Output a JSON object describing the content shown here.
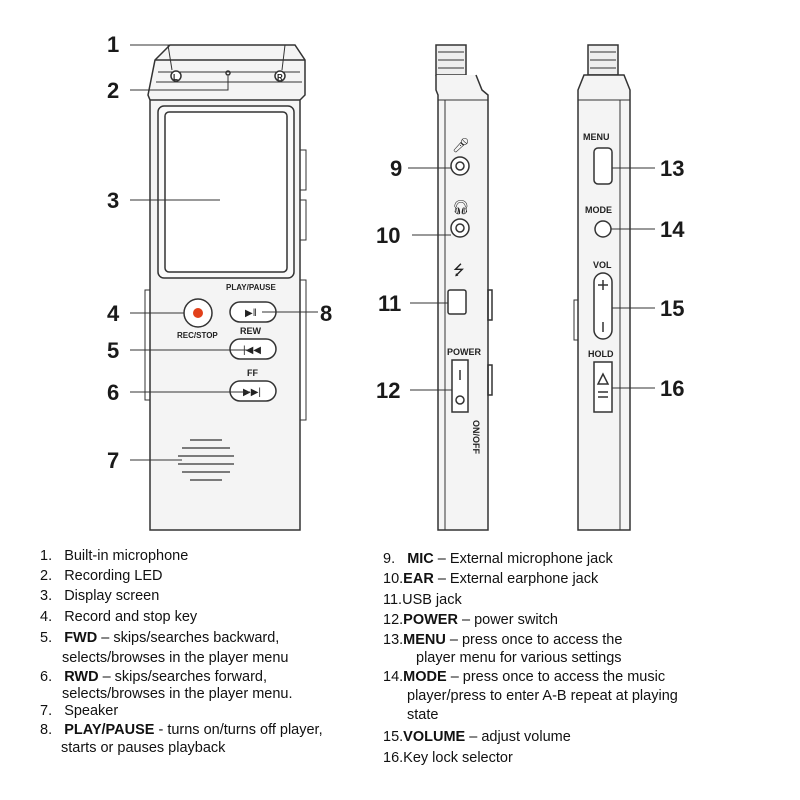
{
  "callouts": [
    "1",
    "2",
    "3",
    "4",
    "5",
    "6",
    "7",
    "8",
    "9",
    "10",
    "11",
    "12",
    "13",
    "14",
    "15",
    "16"
  ],
  "device_labels": {
    "mic_left": "L",
    "mic_right": "R",
    "play_pause": "PLAY/PAUSE",
    "rec_stop": "REC/STOP",
    "rew": "REW",
    "ff": "FF",
    "power": "POWER",
    "on_off": "ON/OFF",
    "menu": "MENU",
    "mode": "MODE",
    "vol": "VOL",
    "hold": "HOLD"
  },
  "legend_left": [
    {
      "num": "1.",
      "bold": "",
      "text": "Built-in microphone",
      "cont": ""
    },
    {
      "num": "2.",
      "bold": "",
      "text": "Recording LED",
      "cont": ""
    },
    {
      "num": "3.",
      "bold": "",
      "text": "Display screen",
      "cont": ""
    },
    {
      "num": "4.",
      "bold": "",
      "text": "Record and stop key",
      "cont": ""
    },
    {
      "num": "5.",
      "bold": "FWD",
      "text": " – skips/searches backward,",
      "cont": "selects/browses in the player menu"
    },
    {
      "num": "6.",
      "bold": "RWD",
      "text": " – skips/searches forward,",
      "cont": "selects/browses in the player menu."
    },
    {
      "num": "7.",
      "bold": "",
      "text": "Speaker",
      "cont": ""
    },
    {
      "num": "8.",
      "bold": "PLAY/PAUSE",
      "text": " - turns on/turns off player,",
      "cont": "starts or pauses playback"
    }
  ],
  "legend_right": [
    {
      "num": "9.",
      "bold": "MIC",
      "text": " – External microphone jack",
      "cont": ""
    },
    {
      "num": "10.",
      "bold": "EAR",
      "text": " – External earphone jack",
      "cont": ""
    },
    {
      "num": "11.",
      "bold": "",
      "text": "USB jack",
      "cont": ""
    },
    {
      "num": "12.",
      "bold": "POWER",
      "text": " – power switch",
      "cont": ""
    },
    {
      "num": "13.",
      "bold": "MENU",
      "text": " – press once to access the",
      "cont": "player menu for various settings"
    },
    {
      "num": "14.",
      "bold": "MODE",
      "text": " – press once to access the music",
      "cont": "player/press to enter A-B repeat  at playing"
    },
    {
      "num": "",
      "bold": "",
      "text": "",
      "cont": "state"
    },
    {
      "num": "15.",
      "bold": "VOLUME",
      "text": " – adjust volume",
      "cont": ""
    },
    {
      "num": "16.",
      "bold": "",
      "text": "Key lock selector",
      "cont": ""
    }
  ]
}
